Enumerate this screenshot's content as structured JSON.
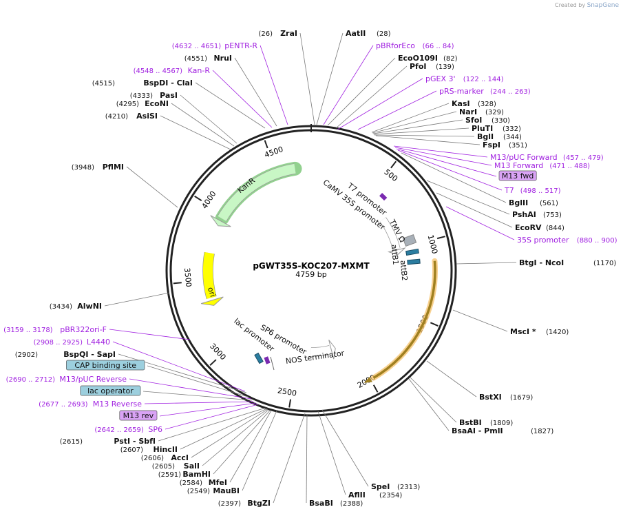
{
  "credit": {
    "prefix": "Created by",
    "brand": "SnapGene"
  },
  "plasmid": {
    "name": "pGWT35S-KOC207-MXMT",
    "length_text": "4759 bp",
    "length": 4759
  },
  "ring_ticks": [
    "500",
    "1000",
    "1500",
    "2000",
    "2500",
    "3000",
    "3500",
    "4000",
    "4500"
  ],
  "labels": [
    {
      "pos": "(26)",
      "name": "ZraI",
      "kind": "enzyme",
      "side": "L"
    },
    {
      "name": "AatII",
      "pos": "(28)",
      "kind": "enzyme",
      "side": "R"
    },
    {
      "name": "pBRforEco",
      "pos": "(66 .. 84)",
      "kind": "primer",
      "side": "R"
    },
    {
      "name": "EcoO109I",
      "pos": "(82)",
      "kind": "enzyme",
      "side": "R"
    },
    {
      "name": "PfoI",
      "pos": "(139)",
      "kind": "enzyme",
      "side": "R"
    },
    {
      "name": "pGEX 3'",
      "pos": "(122 .. 144)",
      "kind": "primer",
      "side": "R"
    },
    {
      "name": "pRS-marker",
      "pos": "(244 .. 263)",
      "kind": "primer",
      "side": "R"
    },
    {
      "name": "KasI",
      "pos": "(328)",
      "kind": "enzyme",
      "side": "R"
    },
    {
      "name": "NarI",
      "pos": "(329)",
      "kind": "enzyme",
      "side": "R"
    },
    {
      "name": "SfoI",
      "pos": "(330)",
      "kind": "enzyme",
      "side": "R"
    },
    {
      "name": "PluTI",
      "pos": "(332)",
      "kind": "enzyme",
      "side": "R"
    },
    {
      "name": "BglI",
      "pos": "(344)",
      "kind": "enzyme",
      "side": "R"
    },
    {
      "name": "FspI",
      "pos": "(351)",
      "kind": "enzyme",
      "side": "R"
    },
    {
      "name": "M13/pUC Forward",
      "pos": "(457 .. 479)",
      "kind": "primer",
      "side": "R"
    },
    {
      "name": "M13 Forward",
      "pos": "(471 .. 488)",
      "kind": "primer",
      "side": "R"
    },
    {
      "name": "M13 fwd",
      "kind": "primer-box",
      "side": "R"
    },
    {
      "name": "T7",
      "pos": "(498 .. 517)",
      "kind": "primer",
      "side": "R"
    },
    {
      "name": "BglII",
      "pos": "(561)",
      "kind": "enzyme",
      "side": "R"
    },
    {
      "name": "PshAI",
      "pos": "(753)",
      "kind": "enzyme",
      "side": "R"
    },
    {
      "name": "EcoRV",
      "pos": "(844)",
      "kind": "enzyme",
      "side": "R"
    },
    {
      "name": "35S promoter",
      "pos": "(880 .. 900)",
      "kind": "primer",
      "side": "R"
    },
    {
      "name": "BtgI",
      "name2": "NcoI",
      "pos": "(1170)",
      "kind": "enzyme",
      "side": "R"
    },
    {
      "name": "MscI *",
      "pos": "(1420)",
      "kind": "enzyme",
      "side": "R"
    },
    {
      "name": "BstXI",
      "pos": "(1679)",
      "kind": "enzyme",
      "side": "R"
    },
    {
      "name": "BstBI",
      "pos": "(1809)",
      "kind": "enzyme",
      "side": "R"
    },
    {
      "name": "BsaAI",
      "name2": "PmlI",
      "pos": "(1827)",
      "kind": "enzyme",
      "side": "R"
    },
    {
      "name": "SpeI",
      "pos": "(2313)",
      "kind": "enzyme",
      "side": "R"
    },
    {
      "name": "AflII",
      "pos": "(2354)",
      "kind": "enzyme",
      "side": "R"
    },
    {
      "name": "BsaBI",
      "pos": "(2388)",
      "kind": "enzyme",
      "side": "R"
    },
    {
      "pos": "(2397)",
      "name": "BtgZI",
      "kind": "enzyme",
      "side": "L"
    },
    {
      "pos": "(2549)",
      "name": "MauBI",
      "kind": "enzyme",
      "side": "L"
    },
    {
      "pos": "(2584)",
      "name": "MfeI",
      "kind": "enzyme",
      "side": "L"
    },
    {
      "pos": "(2591)",
      "name": "BamHI",
      "kind": "enzyme",
      "side": "L"
    },
    {
      "pos": "(2605)",
      "name": "SalI",
      "kind": "enzyme",
      "side": "L"
    },
    {
      "pos": "(2606)",
      "name": "AccI",
      "kind": "enzyme",
      "side": "L"
    },
    {
      "pos": "(2607)",
      "name": "HincII",
      "kind": "enzyme",
      "side": "L"
    },
    {
      "pos": "(2615)",
      "name": "PstI",
      "name2": "SbfI",
      "kind": "enzyme",
      "side": "L"
    },
    {
      "pos": "(2642 .. 2659)",
      "name": "SP6",
      "kind": "primer",
      "side": "L"
    },
    {
      "name": "M13 rev",
      "kind": "primer-box",
      "side": "L"
    },
    {
      "pos": "(2677 .. 2693)",
      "name": "M13 Reverse",
      "kind": "primer",
      "side": "L"
    },
    {
      "name": "lac operator",
      "kind": "feature-box",
      "side": "L"
    },
    {
      "pos": "(2690 .. 2712)",
      "name": "M13/pUC Reverse",
      "kind": "primer",
      "side": "L"
    },
    {
      "name": "CAP binding site",
      "kind": "feature-box",
      "side": "L"
    },
    {
      "pos": "(2902)",
      "name": "BspQI",
      "name2": "SapI",
      "kind": "enzyme",
      "side": "L"
    },
    {
      "pos": "(2908 .. 2925)",
      "name": "L4440",
      "kind": "primer",
      "side": "L"
    },
    {
      "pos": "(3159 .. 3178)",
      "name": "pBR322ori-F",
      "kind": "primer",
      "side": "L"
    },
    {
      "pos": "(3434)",
      "name": "AlwNI",
      "kind": "enzyme",
      "side": "L"
    },
    {
      "pos": "(3948)",
      "name": "PflMI",
      "kind": "enzyme",
      "side": "L"
    },
    {
      "pos": "(4210)",
      "name": "AsiSI",
      "kind": "enzyme",
      "side": "L"
    },
    {
      "pos": "(4295)",
      "name": "EcoNI",
      "kind": "enzyme",
      "side": "L"
    },
    {
      "pos": "(4333)",
      "name": "PasI",
      "kind": "enzyme",
      "side": "L"
    },
    {
      "pos": "(4515)",
      "name": "BspDI",
      "name2": "ClaI",
      "kind": "enzyme",
      "side": "L"
    },
    {
      "pos": "(4548 .. 4567)",
      "name": "Kan-R",
      "kind": "primer",
      "side": "L"
    },
    {
      "pos": "(4551)",
      "name": "NruI",
      "kind": "enzyme",
      "side": "L"
    },
    {
      "pos": "(4632 .. 4651)",
      "name": "pENTR-R",
      "kind": "primer",
      "side": "L"
    }
  ],
  "features": [
    {
      "name": "KanR",
      "color": "#c8f7c5",
      "stroke": "#999999"
    },
    {
      "name": "ori",
      "color": "#ffff00",
      "stroke": "#999999"
    },
    {
      "name": "NOS terminator",
      "color": "#ffffff",
      "stroke": "#999999"
    },
    {
      "name": "T7 promoter",
      "color": "#ffffff",
      "stroke": "#999999"
    },
    {
      "name": "CaMV 35S promoter",
      "color": "#ffffff",
      "stroke": "#999999"
    },
    {
      "name": "TMV Ω",
      "color": "#a8b0b8",
      "stroke": "#888888"
    },
    {
      "name": "attB1",
      "color": "#2a7da0"
    },
    {
      "name": "attB2",
      "color": "#2a7da0"
    },
    {
      "name": "lac promoter",
      "color": "#ffffff"
    },
    {
      "name": "SP6 promoter",
      "color": "#ffffff"
    }
  ],
  "colors": {
    "enzyme": "#111111",
    "primer": "#a020e0",
    "primer_box": "#d9a3f5",
    "feature_box": "#9ccfde",
    "orange_hl": "#f5c26b",
    "green_hl": "#6ec26a"
  }
}
